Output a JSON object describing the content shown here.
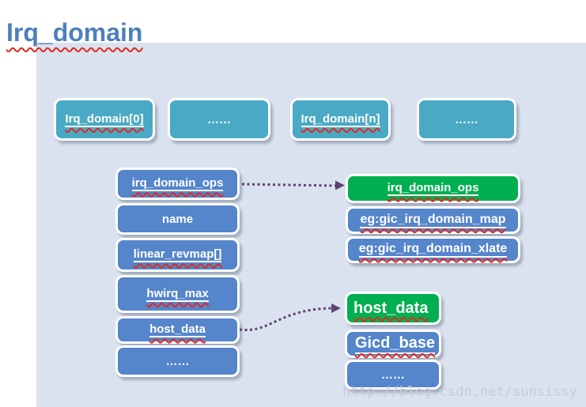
{
  "title": "Irq_domain",
  "watermark": "http://blog.csdn.net/sunsissy",
  "colors": {
    "title_blue": "#4e7fba",
    "teal_box": "#4aa9c5",
    "blue_box": "#5585cb",
    "green_box": "#00b050",
    "panel_bg": "#dbe2ef",
    "arrow_purple": "#5c4370",
    "squiggle_red": "#e02b20"
  },
  "instance_row": {
    "boxes": [
      {
        "label": "Irq_domain[0]"
      },
      {
        "label": "……"
      },
      {
        "label": "Irq_domain[n]"
      },
      {
        "label": "……"
      }
    ]
  },
  "struct_fields": {
    "boxes": [
      {
        "label": "irq_domain_ops"
      },
      {
        "label": "name"
      },
      {
        "label": "linear_revmap[]"
      },
      {
        "label": "hwirq_max"
      },
      {
        "label": "host_data"
      },
      {
        "label": "……"
      }
    ]
  },
  "ops_detail": {
    "header": {
      "label": "irq_domain_ops"
    },
    "boxes": [
      {
        "label": "eg:gic_irq_domain_map"
      },
      {
        "label": "eg:gic_irq_domain_xlate"
      }
    ]
  },
  "host_detail": {
    "header": {
      "label": "host_data"
    },
    "boxes": [
      {
        "label": "Gicd_base"
      },
      {
        "label": "……"
      }
    ]
  }
}
